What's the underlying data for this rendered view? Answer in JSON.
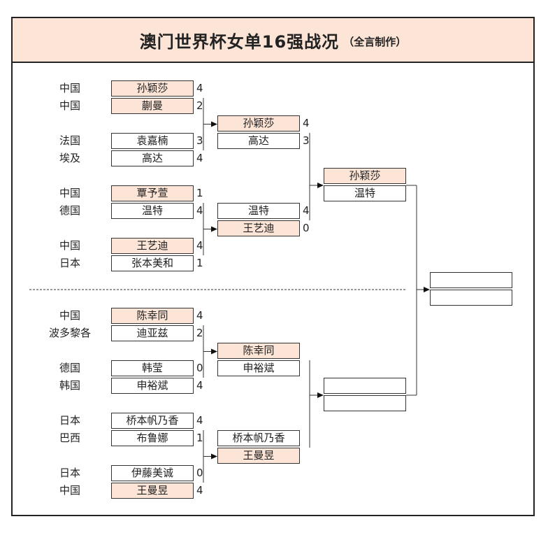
{
  "title": "澳门世界杯女单16强战况",
  "subtitle": "（全言制作）",
  "round16": [
    {
      "country": "中国",
      "name": "孙颖莎",
      "score": "4",
      "win": true
    },
    {
      "country": "中国",
      "name": "蒯曼",
      "score": "2",
      "win": true
    },
    {
      "country": "法国",
      "name": "袁嘉楠",
      "score": "3",
      "win": false
    },
    {
      "country": "埃及",
      "name": "高达",
      "score": "4",
      "win": false
    },
    {
      "country": "中国",
      "name": "覃予萱",
      "score": "1",
      "win": true
    },
    {
      "country": "德国",
      "name": "温特",
      "score": "4",
      "win": false
    },
    {
      "country": "中国",
      "name": "王艺迪",
      "score": "4",
      "win": true
    },
    {
      "country": "日本",
      "name": "张本美和",
      "score": "1",
      "win": false
    },
    {
      "country": "中国",
      "name": "陈幸同",
      "score": "4",
      "win": true
    },
    {
      "country": "波多黎各",
      "name": "迪亚兹",
      "score": "2",
      "win": false
    },
    {
      "country": "德国",
      "name": "韩莹",
      "score": "0",
      "win": false
    },
    {
      "country": "韩国",
      "name": "申裕斌",
      "score": "4",
      "win": false
    },
    {
      "country": "日本",
      "name": "桥本帆乃香",
      "score": "4",
      "win": false
    },
    {
      "country": "巴西",
      "name": "布鲁娜",
      "score": "1",
      "win": false
    },
    {
      "country": "日本",
      "name": "伊藤美诚",
      "score": "0",
      "win": false
    },
    {
      "country": "中国",
      "name": "王曼昱",
      "score": "4",
      "win": true
    }
  ],
  "quarterfinals": [
    {
      "name": "孙颖莎",
      "score": "4",
      "win": true
    },
    {
      "name": "高达",
      "score": "3",
      "win": false
    },
    {
      "name": "温特",
      "score": "4",
      "win": false
    },
    {
      "name": "王艺迪",
      "score": "0",
      "win": true
    },
    {
      "name": "陈幸同",
      "score": "",
      "win": true
    },
    {
      "name": "申裕斌",
      "score": "",
      "win": false
    },
    {
      "name": "桥本帆乃香",
      "score": "",
      "win": false
    },
    {
      "name": "王曼昱",
      "score": "",
      "win": true
    }
  ],
  "semifinals": [
    {
      "name": "孙颖莎",
      "win": true
    },
    {
      "name": "温特",
      "win": false
    },
    {
      "name": "",
      "win": false
    },
    {
      "name": "",
      "win": false
    }
  ],
  "final": [
    {
      "name": "",
      "win": false
    },
    {
      "name": "",
      "win": false
    }
  ],
  "colors": {
    "winner_fill": "#fce4d6",
    "border": "#333333"
  }
}
